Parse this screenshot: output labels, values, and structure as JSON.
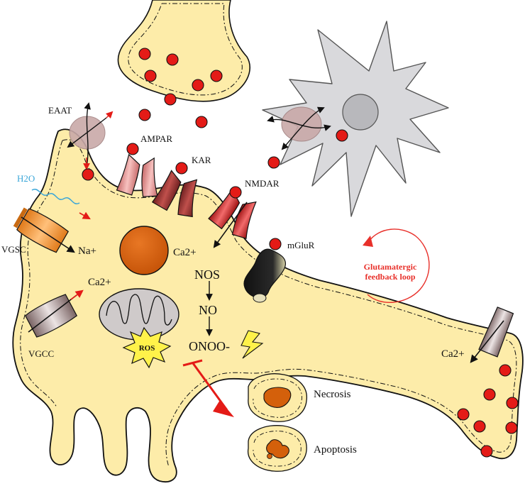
{
  "labels": {
    "eaat": "EAAT",
    "ampar": "AMPAR",
    "kar": "KAR",
    "nmdar": "NMDAR",
    "mglur": "mGluR",
    "vgsc": "VGSC",
    "vgcc": "VGCC",
    "h2o": "H2O",
    "na_plus": "Na+",
    "ca_left": "Ca2+",
    "ca_nmdar": "Ca2+",
    "ca_axon": "Ca2+",
    "nos": "NOS",
    "no": "NO",
    "onoo": "ONOO-",
    "ros": "ROS",
    "necrosis": "Necrosis",
    "apoptosis": "Apoptosis",
    "feedback_line1": "Glutamatergic",
    "feedback_line2": "feedback loop"
  },
  "colors": {
    "neuron_fill": "#fdeca9",
    "glutamate": "#e41b17",
    "glia_fill": "#d9d9dc",
    "feedback": "#e8302a",
    "nucleus": "#d4600b",
    "ros_burst": "#fff24a"
  }
}
